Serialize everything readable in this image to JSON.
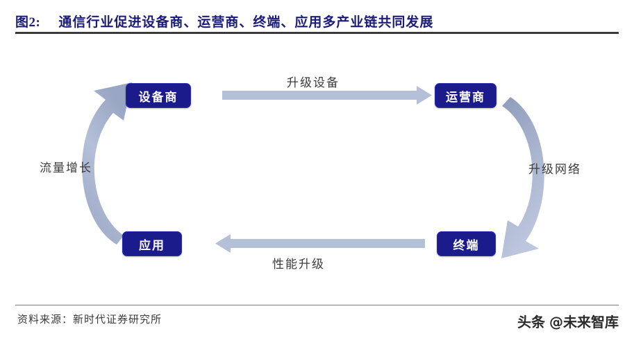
{
  "header": {
    "figure_label": "图2:",
    "title": "通信行业促进设备商、运营商、终端、应用多产业链共同发展"
  },
  "diagram": {
    "type": "cycle-flow",
    "nodes": [
      {
        "id": "vendor",
        "label": "设备商"
      },
      {
        "id": "operator",
        "label": "运营商"
      },
      {
        "id": "terminal",
        "label": "终端"
      },
      {
        "id": "app",
        "label": "应用"
      }
    ],
    "edges": [
      {
        "id": "vendor-to-operator",
        "label": "升级设备",
        "from": "vendor",
        "to": "operator",
        "shape": "straight",
        "direction": "right"
      },
      {
        "id": "operator-to-terminal",
        "label": "升级网络",
        "from": "operator",
        "to": "terminal",
        "shape": "curved",
        "direction": "down"
      },
      {
        "id": "terminal-to-app",
        "label": "性能升级",
        "from": "terminal",
        "to": "app",
        "shape": "straight",
        "direction": "left"
      },
      {
        "id": "app-to-vendor",
        "label": "流量增长",
        "from": "app",
        "to": "vendor",
        "shape": "curved",
        "direction": "up"
      }
    ],
    "colors": {
      "node_fill": "#1b1b8c",
      "node_text": "#ffffff",
      "arrow": "#b4bfd8",
      "title_text": "#1b1b7a",
      "label_text": "#3b3b3b"
    }
  },
  "footer": {
    "source": "资料来源：新时代证券研究所",
    "watermark_brand": "头条",
    "watermark_handle": "@未来智库"
  }
}
